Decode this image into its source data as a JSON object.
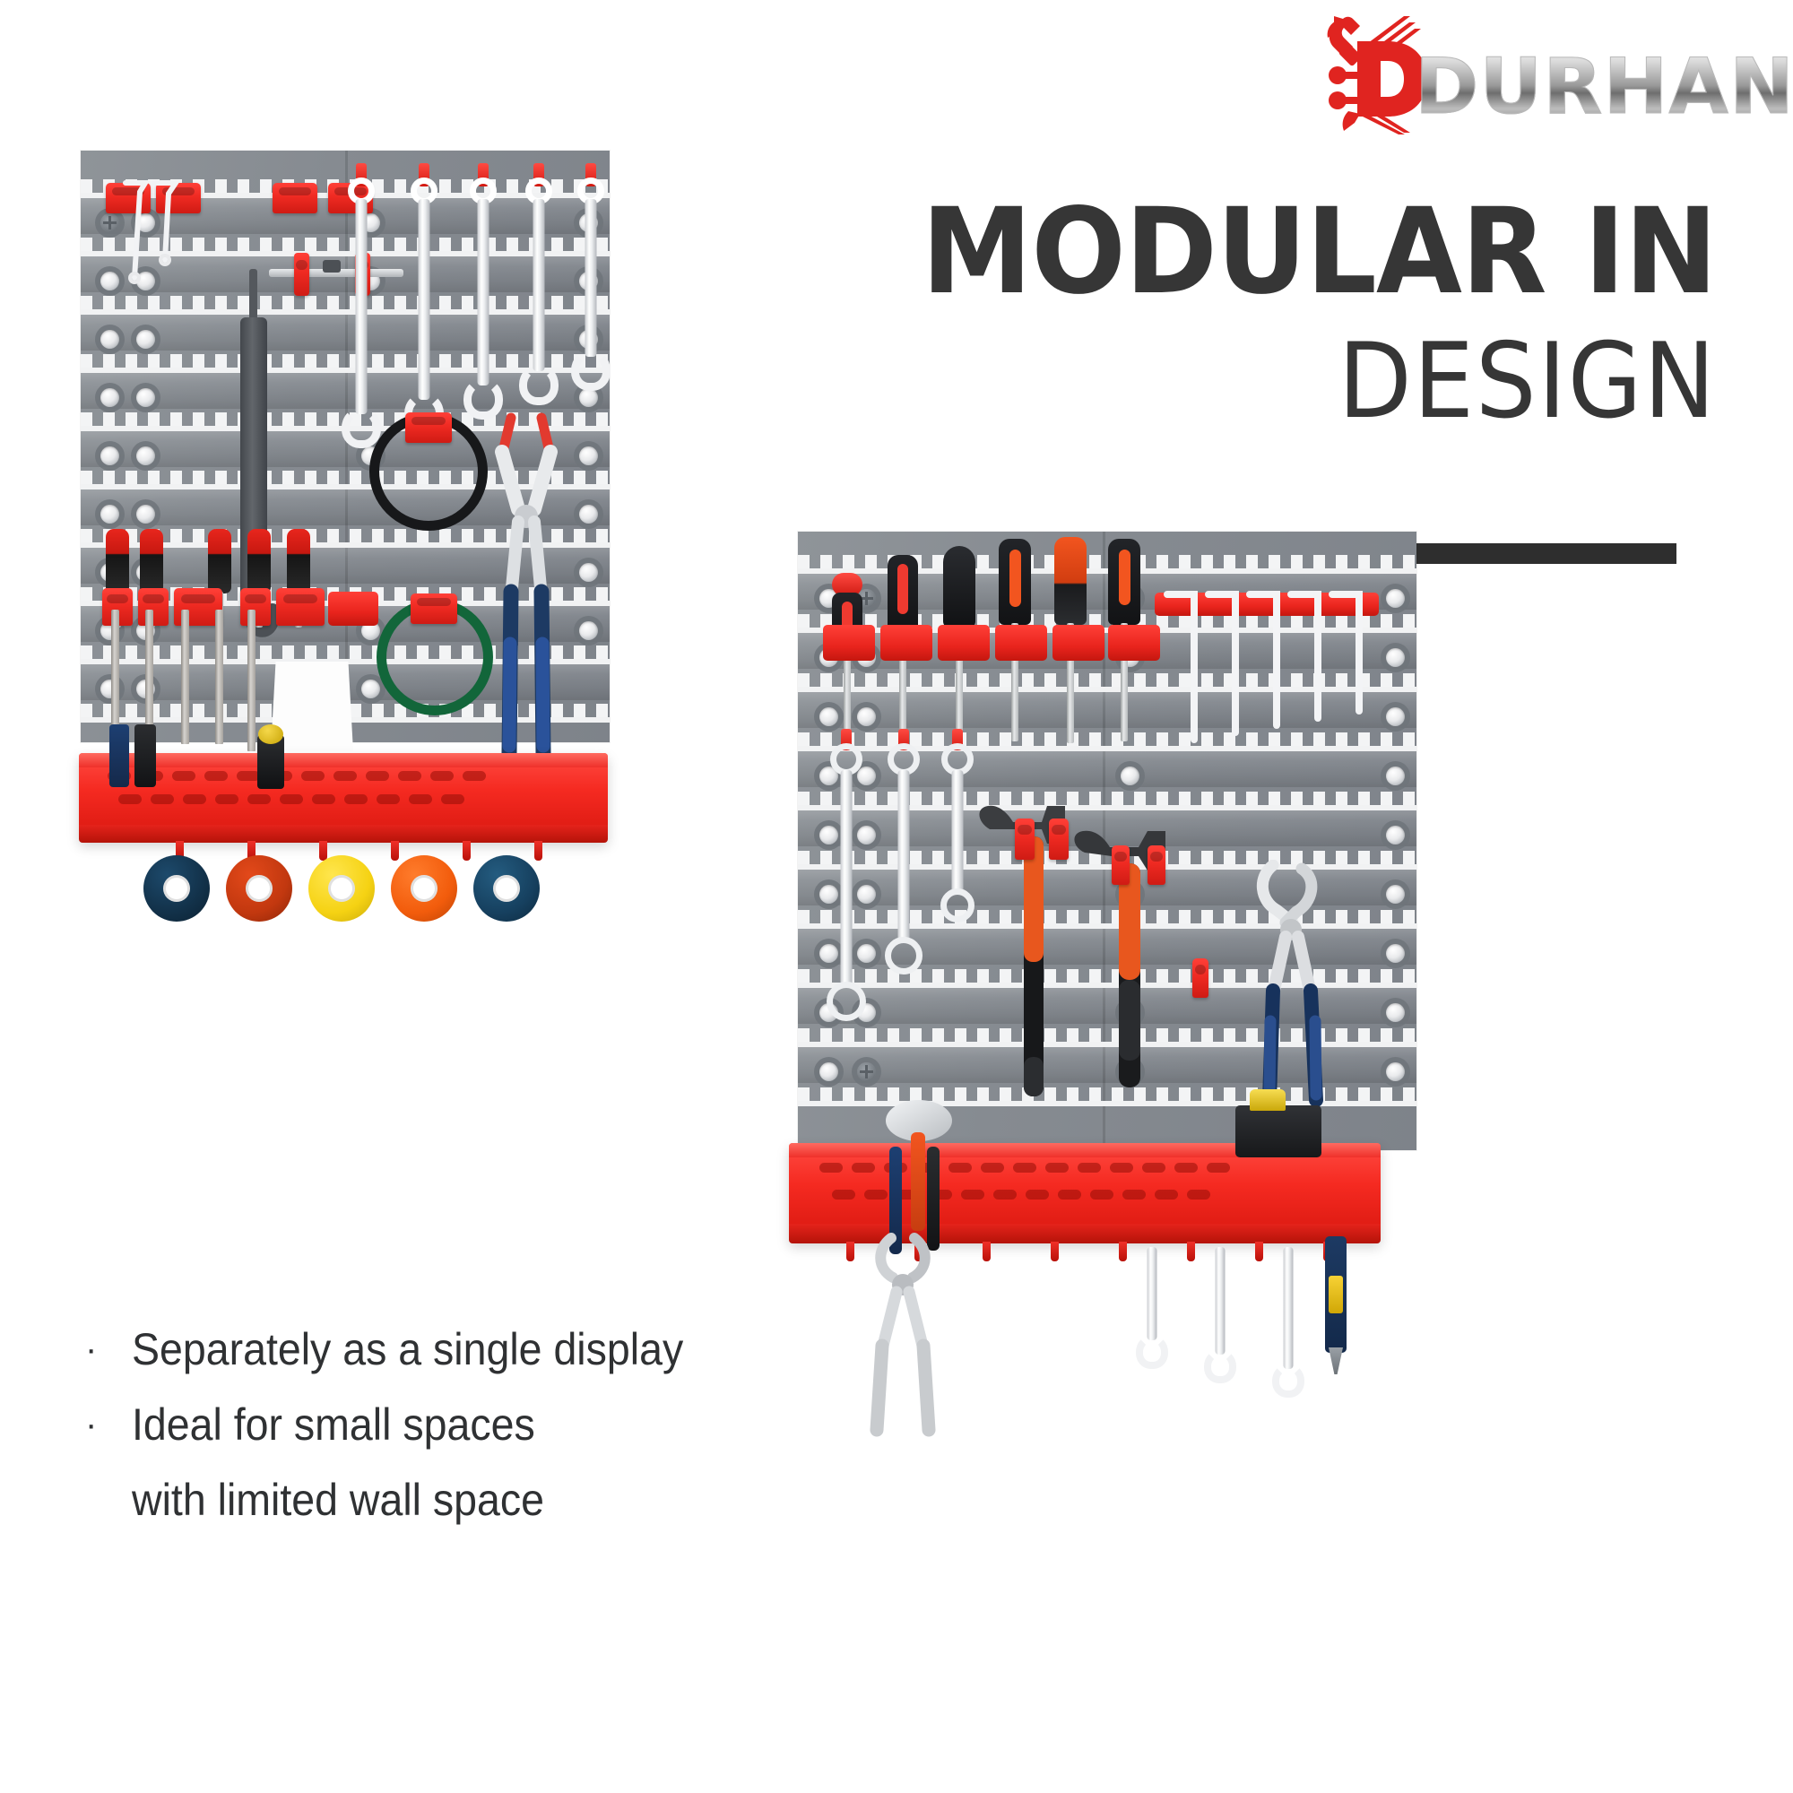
{
  "brand": {
    "name": "DURHAND",
    "logo_mark": "wrench-circuit-d-icon",
    "mark_color": "#e02420",
    "wordmark_color": "#9a9a9a"
  },
  "headline": {
    "line1": "MODULAR IN",
    "line2": "DESIGN",
    "color": "#363636",
    "rule_thin_color": "#7c7671",
    "rule_thick_color": "#2e2e2e"
  },
  "bullets": {
    "marker": "·",
    "items": [
      {
        "text": "Separately as a single display",
        "continuation": ""
      },
      {
        "text": "Ideal for small spaces",
        "continuation": "with limited wall space"
      }
    ],
    "color": "#2f3133"
  },
  "products": {
    "left": {
      "name": "single-pegboard-display",
      "board_color": "#878c92",
      "accent_color": "#ef2a22",
      "shelf_color": "#f52a21",
      "tools": [
        "hex-keys",
        "bar-clamp",
        "pry-bar",
        "combination-wrenches",
        "open-end-wrenches",
        "black-cable-coil",
        "green-cable-coil",
        "bolt-cutter",
        "screwdrivers",
        "metal-files",
        "paint-scraper"
      ],
      "tape_rolls": [
        {
          "name": "tape-roll-navy",
          "color": "#123149"
        },
        {
          "name": "tape-roll-brick",
          "color": "#c2380f"
        },
        {
          "name": "tape-roll-yellow",
          "color": "#f5d213"
        },
        {
          "name": "tape-roll-orange",
          "color": "#f25c0c"
        },
        {
          "name": "tape-roll-blue",
          "color": "#16405f"
        }
      ]
    },
    "right": {
      "name": "modular-pegboard-display",
      "board_color": "#878c92",
      "accent_color": "#ef2a22",
      "shelf_color": "#f52a21",
      "tools": [
        "screwdrivers",
        "hex-key-set",
        "ring-spanners",
        "claw-hammer",
        "ball-peen-hammer",
        "water-pump-pliers",
        "linesman-pliers",
        "spoon-trowel",
        "open-end-wrenches",
        "utility-knife"
      ]
    }
  }
}
